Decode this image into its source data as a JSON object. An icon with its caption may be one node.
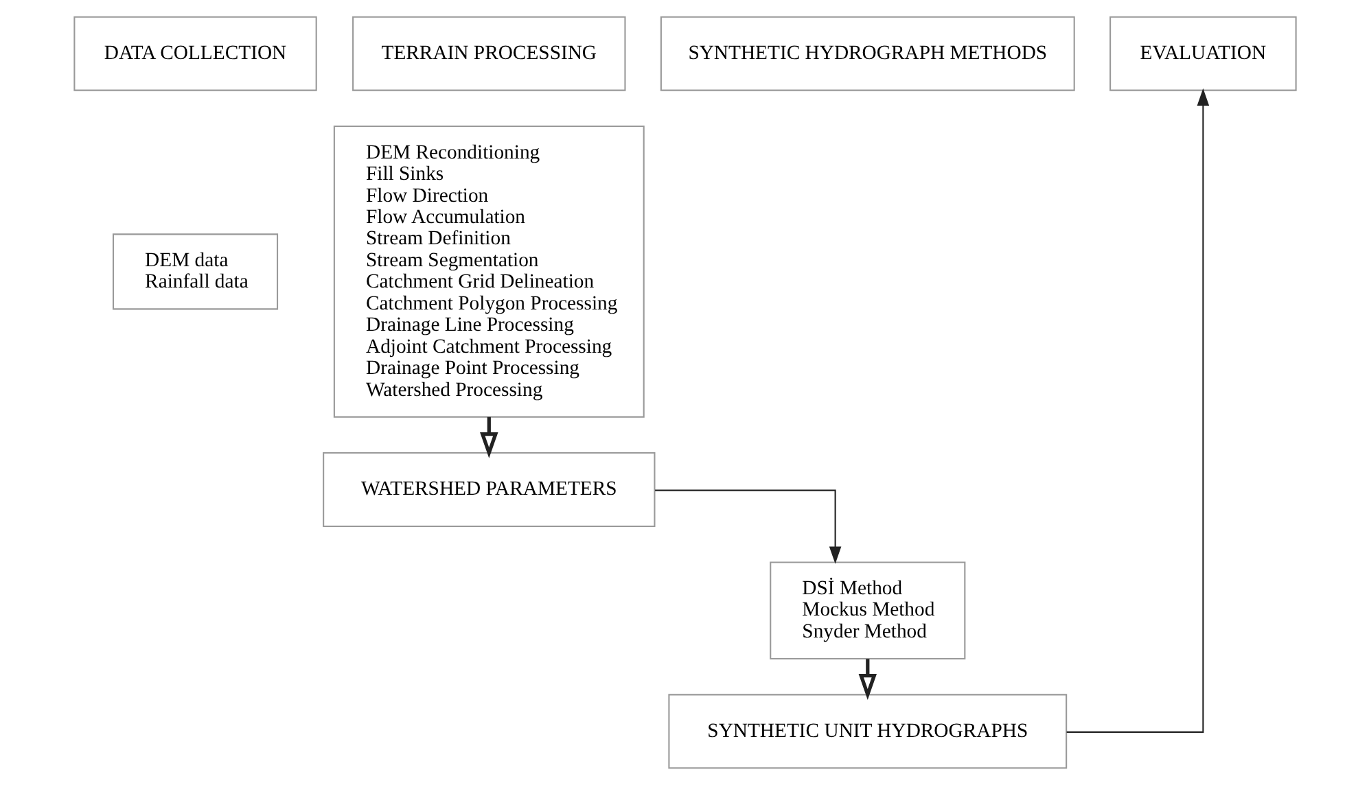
{
  "diagram": {
    "nodes": [
      {
        "text": [
          "DATA COLLECTION"
        ]
      },
      {
        "text": [
          "DEM data",
          "Rainfall data"
        ]
      },
      {
        "text": [
          "TERRAIN PROCESSING"
        ]
      },
      {
        "text": [
          "DEM Reconditioning",
          "Fill Sinks",
          "Flow Direction",
          "Flow Accumulation",
          "Stream Definition",
          "Stream Segmentation",
          "Catchment Grid Delineation",
          "Catchment Polygon Processing",
          "Drainage Line Processing",
          "Adjoint Catchment Processing",
          "Drainage Point Processing",
          "Watershed Processing"
        ]
      },
      {
        "text": [
          "WATERSHED PARAMETERS"
        ]
      },
      {
        "text": [
          "SYNTHETIC HYDROGRAPH METHODS"
        ]
      },
      {
        "text": [
          "DSİ Method",
          "Mockus Method",
          "Snyder Method"
        ]
      },
      {
        "text": [
          "SYNTHETIC UNIT HYDROGRAPHS"
        ]
      },
      {
        "text": [
          "EVALUATION"
        ]
      }
    ],
    "edges": [
      {
        "from": 3,
        "to": 4,
        "arrow": "to",
        "style": "thick"
      },
      {
        "from": 4,
        "to": 6,
        "arrow": "to"
      },
      {
        "from": 6,
        "to": 7,
        "arrow": "to",
        "style": "thick"
      },
      {
        "from": 7,
        "to": 8,
        "arrow": "to"
      }
    ]
  }
}
